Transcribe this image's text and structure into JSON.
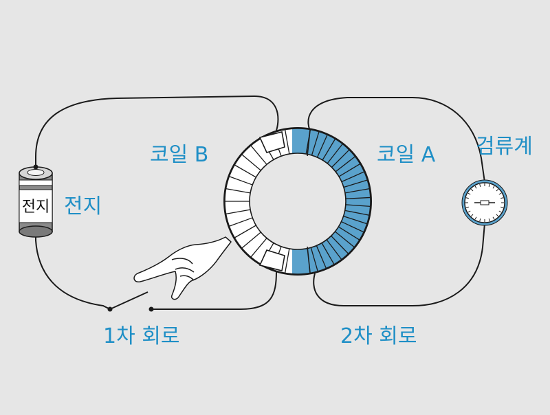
{
  "labels": {
    "coil_b": "코일 B",
    "coil_a": "코일 A",
    "battery": "전지",
    "battery_body_text": "전지",
    "galvanometer": "검류계",
    "primary_circuit": "1차 회로",
    "secondary_circuit": "2차 회로"
  },
  "colors": {
    "background": "#e6e6e6",
    "label": "#1f8fc6",
    "coil_a_fill": "#5aa2cc",
    "coil_b_fill": "#ffffff",
    "wire": "#1a1a1a",
    "galvanometer_ring": "#5aa2cc"
  },
  "icons": [
    "battery-icon",
    "switch-icon",
    "pointing-hand-icon",
    "galvanometer-icon",
    "iron-ring-icon"
  ]
}
